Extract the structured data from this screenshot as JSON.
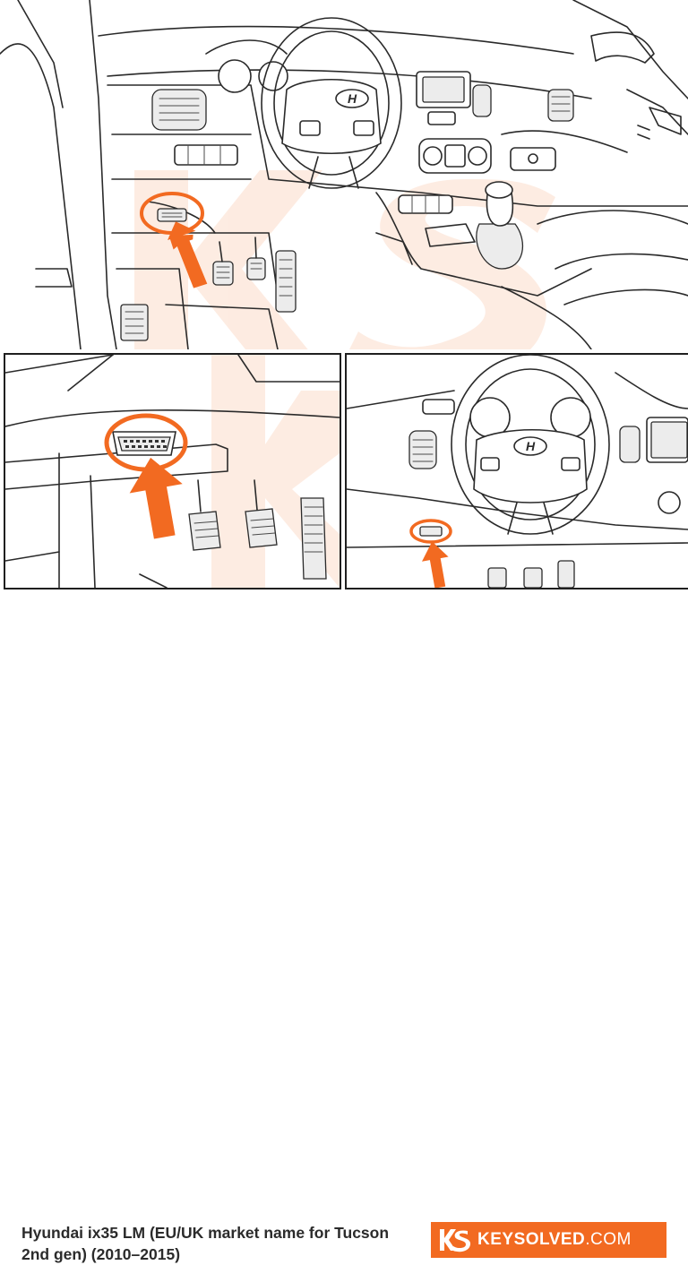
{
  "caption": "Hyundai ix35 LM (EU/UK market name for Tucson 2nd gen) (2010–2015)",
  "brand": {
    "name_bold": "KEYSOLVED",
    "name_suffix": ".COM",
    "watermark": "KS",
    "logo": "KS",
    "color": "#f26a21"
  },
  "icons": {
    "arrow": "orange-up-arrow-icon",
    "highlight": "orange-ring-highlight"
  },
  "steering_logo": "H"
}
